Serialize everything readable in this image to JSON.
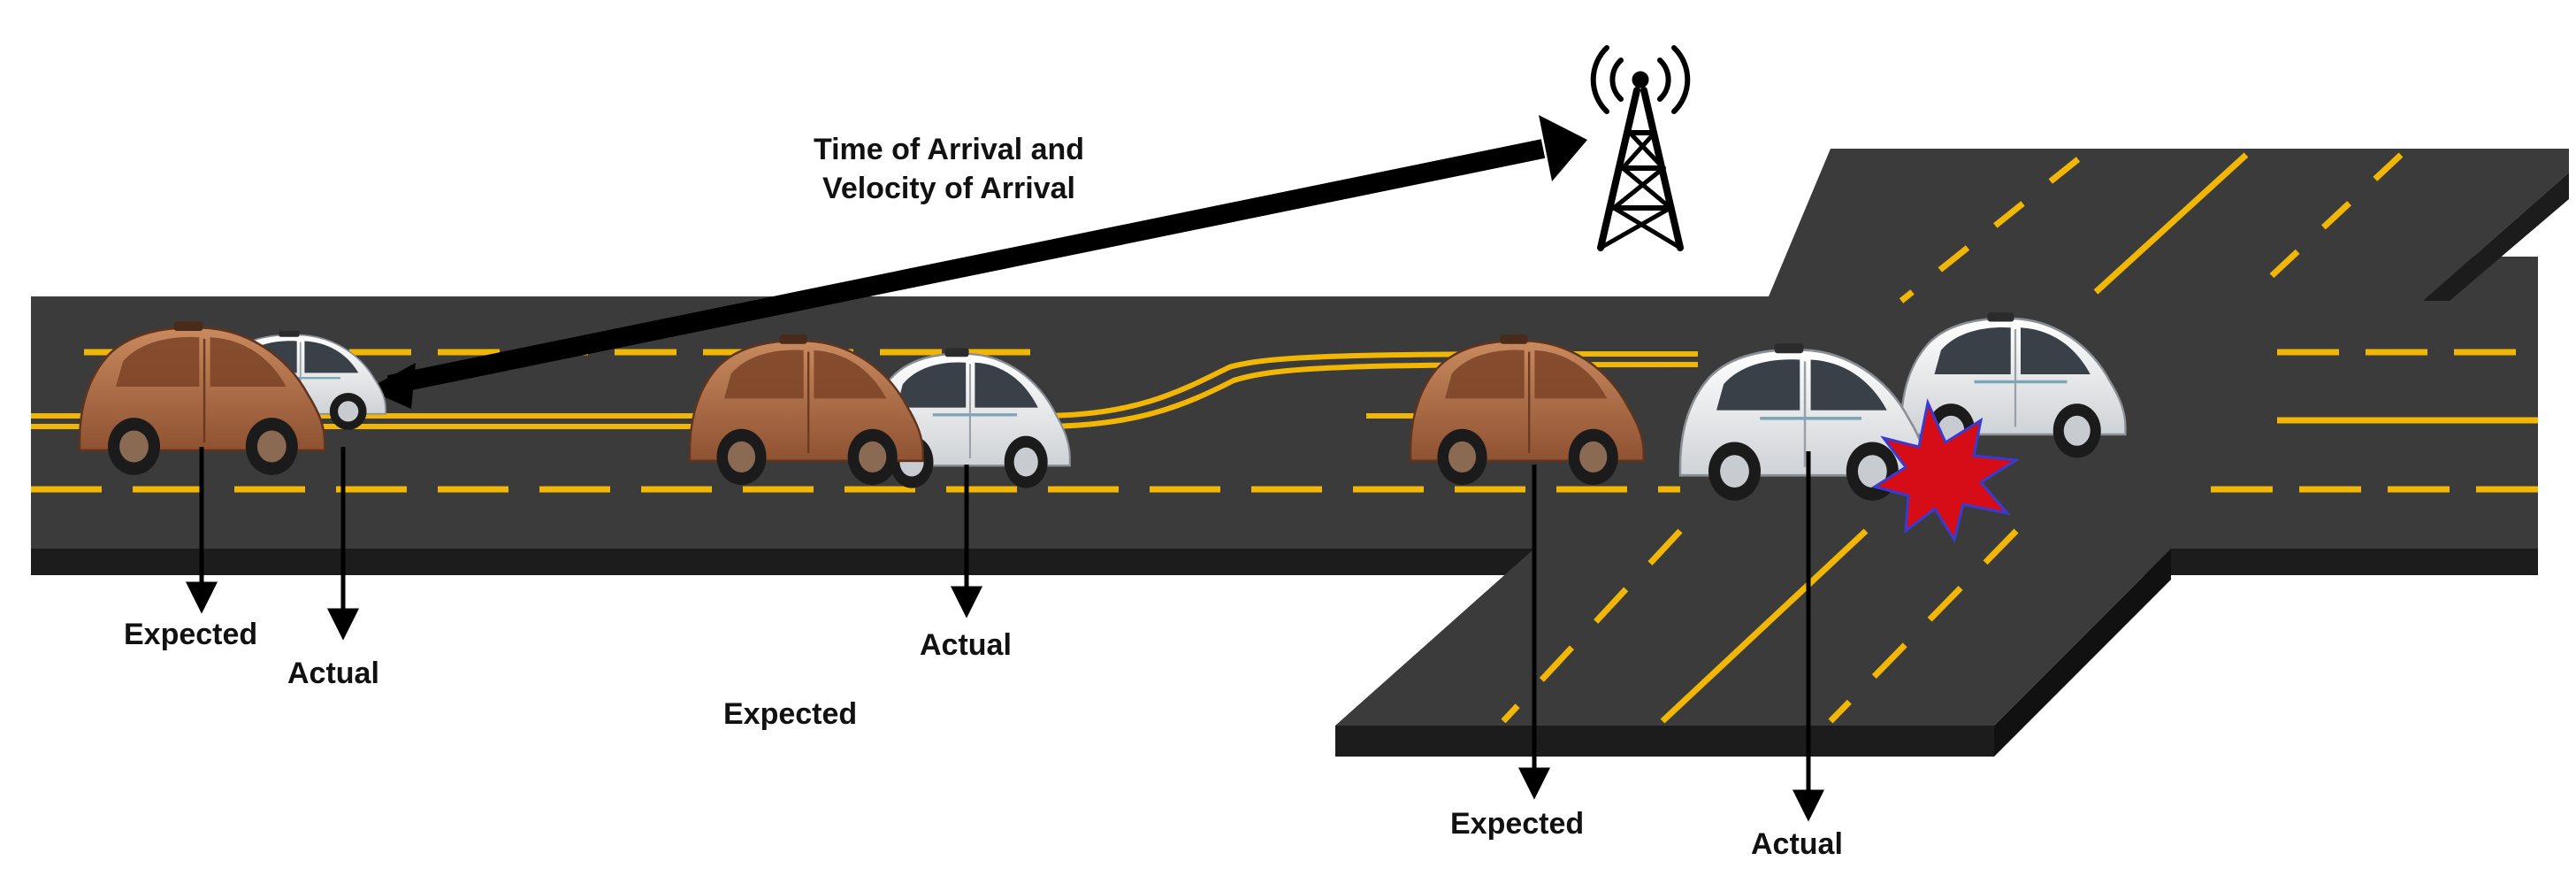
{
  "annotation": {
    "line1": "Time of Arrival and",
    "line2": "Velocity of Arrival"
  },
  "labels": {
    "car1_expected": "Expected",
    "car1_actual": "Actual",
    "car2_actual": "Actual",
    "car2_expected": "Expected",
    "car3_expected": "Expected",
    "car3_actual": "Actual"
  },
  "icons": {
    "tower": "radio-tower-icon",
    "collision": "collision-burst-icon",
    "autonomous_car": "self-driving-car-icon"
  },
  "colors": {
    "road": "#3b3b3b",
    "road_edge": "#1c1c1c",
    "lane_marking": "#f2b705",
    "expected_car": "#a8643d",
    "actual_car": "#e9eaec",
    "collision": "#d60d16",
    "arrow": "#000000"
  }
}
